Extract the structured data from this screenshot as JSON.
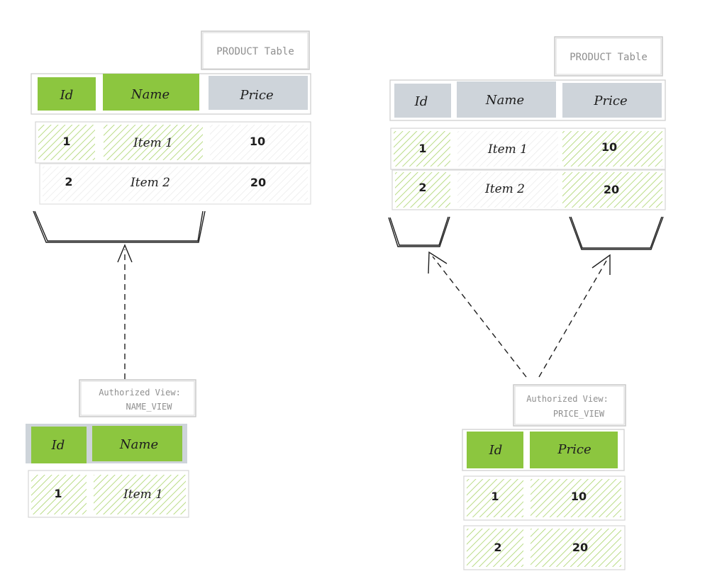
{
  "colors": {
    "green_solid": "#8cc63f",
    "green_hatch": "#a9d46a",
    "gray_header": "#ced4da",
    "outline": "#c9c9c9",
    "stroke": "#1e1e1e"
  },
  "left": {
    "table_label": "PRODUCT Table",
    "headers": [
      "Id",
      "Name",
      "Price"
    ],
    "rows": [
      [
        "1",
        "Item 1",
        "10"
      ],
      [
        "2",
        "Item 2",
        "20"
      ]
    ],
    "view_label_line1": "Authorized View:",
    "view_label_line2": "NAME_VIEW",
    "view_headers": [
      "Id",
      "Name"
    ],
    "view_rows": [
      [
        "1",
        "Item 1"
      ]
    ]
  },
  "right": {
    "table_label": "PRODUCT Table",
    "headers": [
      "Id",
      "Name",
      "Price"
    ],
    "rows": [
      [
        "1",
        "Item 1",
        "10"
      ],
      [
        "2",
        "Item 2",
        "20"
      ]
    ],
    "view_label_line1": "Authorized View:",
    "view_label_line2": "PRICE_VIEW",
    "view_headers": [
      "Id",
      "Price"
    ],
    "view_rows": [
      [
        "1",
        "10"
      ],
      [
        "2",
        "20"
      ]
    ]
  }
}
